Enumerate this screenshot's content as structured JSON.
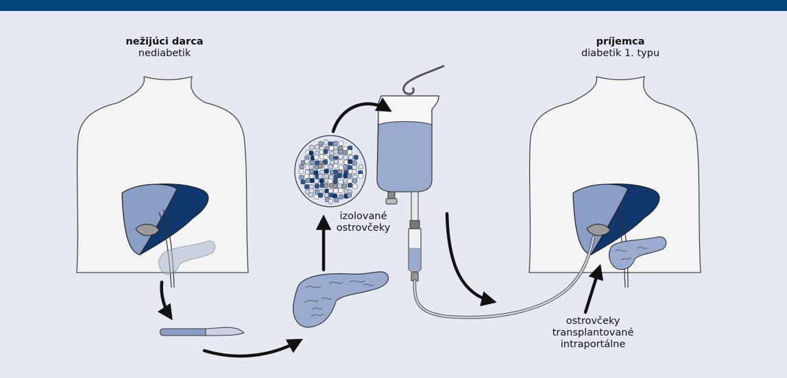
{
  "donor": {
    "title": "nežijúci darca",
    "subtitle": "nediabetik"
  },
  "recipient": {
    "title": "príjemca",
    "subtitle": "diabetik 1. typu"
  },
  "islets_label": {
    "line1": "izolované",
    "line2": "ostrovčeky"
  },
  "transplant_label": {
    "line1": "ostrovčeky",
    "line2": "transplantované",
    "line3": "intraportálne"
  },
  "colors": {
    "header_bar": "#05457e",
    "background": "#e6e9f2",
    "liver_light": "#8b9fc6",
    "liver_dark": "#11386e",
    "pancreas": "#9aabd0",
    "iv_fluid": "#9aabd0"
  }
}
